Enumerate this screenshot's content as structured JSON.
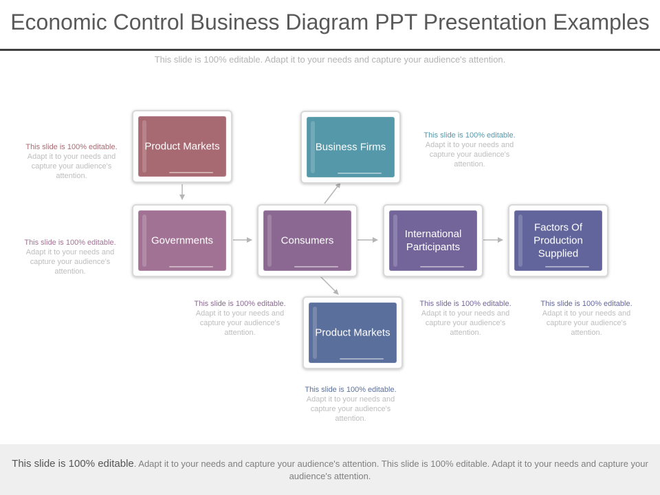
{
  "slide": {
    "title": "Economic Control Business Diagram PPT Presentation Examples",
    "subtitle": "This slide is 100% editable. Adapt it to your needs and capture your audience's attention."
  },
  "nodes": {
    "product_markets_top": {
      "label": "Product Markets",
      "color": "#a86a72"
    },
    "governments": {
      "label": "Governments",
      "color": "#a27294"
    },
    "consumers": {
      "label": "Consumers",
      "color": "#8a6892"
    },
    "business_firms": {
      "label": "Business Firms",
      "color": "#5498aa"
    },
    "international_participants": {
      "label": "International Participants",
      "color": "#73659a"
    },
    "factors_of_production": {
      "label": "Factors Of Production Supplied",
      "color": "#62659c"
    },
    "product_markets_bottom": {
      "label": "Product Markets",
      "color": "#5b6f9c"
    }
  },
  "notes": {
    "left_top": {
      "head": "This slide is 100% editable.",
      "body": "Adapt it to your needs and capture your audience's attention.",
      "color": "#a86a72"
    },
    "left_mid": {
      "head": "This slide is 100% editable.",
      "body": "Adapt it to your needs and capture your audience's attention.",
      "color": "#a27294"
    },
    "right_top": {
      "head": "This slide is 100% editable.",
      "body": "Adapt it to your needs and capture your audience's attention.",
      "color": "#5498aa"
    },
    "below_consumers": {
      "head": "This slide is 100% editable.",
      "body": "Adapt it to your needs and capture your audience's attention.",
      "color": "#8a6892"
    },
    "below_international": {
      "head": "This slide is 100% editable.",
      "body": "Adapt it to your needs and capture your audience's attention.",
      "color": "#73659a"
    },
    "below_factors": {
      "head": "This slide is 100% editable.",
      "body": "Adapt it to your needs and capture your audience's attention.",
      "color": "#62659c"
    },
    "below_product_bottom": {
      "head": "This slide is 100% editable.",
      "body": "Adapt it to your needs and capture your audience's attention.",
      "color": "#5b6f9c"
    }
  },
  "footer": {
    "lead": "This slide is 100% editable",
    "rest": ". Adapt it to your needs and capture your audience's attention. This slide is 100% editable. Adapt it to your needs and capture your audience's attention."
  }
}
